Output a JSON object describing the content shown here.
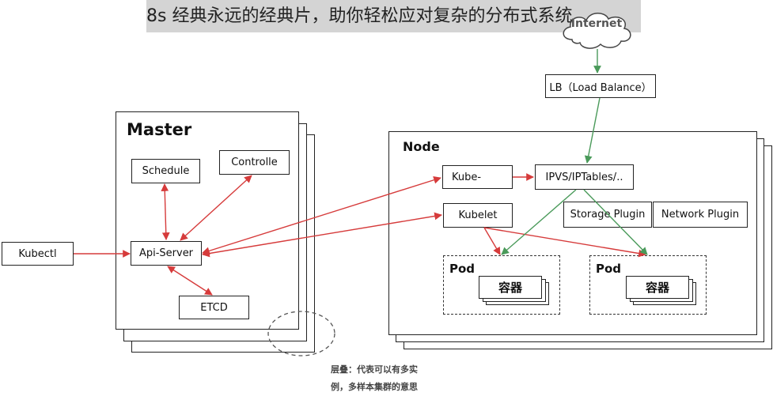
{
  "caption": "8s 经典永远的经典片，助你轻松应对复杂的分布式系统",
  "internet": "Internet",
  "lb": "LB（Load Balance）",
  "master": {
    "title": "Master",
    "schedule": "Schedule",
    "controlle": "Controlle",
    "api_server": "Api-Server",
    "etcd": "ETCD"
  },
  "kubectl": "Kubectl",
  "node": {
    "title": "Node",
    "kube_proxy": "Kube-",
    "ipvs": "IPVS/IPTables/..",
    "kubelet": "Kubelet",
    "storage_plugin": "Storage Plugin",
    "network_plugin": "Network Plugin",
    "pod_left": {
      "label": "Pod",
      "container": "容器"
    },
    "pod_right": {
      "label": "Pod",
      "container": "容器"
    }
  },
  "note": {
    "line1": "层叠：代表可以有多实",
    "line2": "例，多样本集群的意思"
  },
  "colors": {
    "red_arrow": "#d63b3b",
    "green_arrow": "#4a9a5a",
    "border": "#222222",
    "caption_bg": "#d4d4d4"
  }
}
